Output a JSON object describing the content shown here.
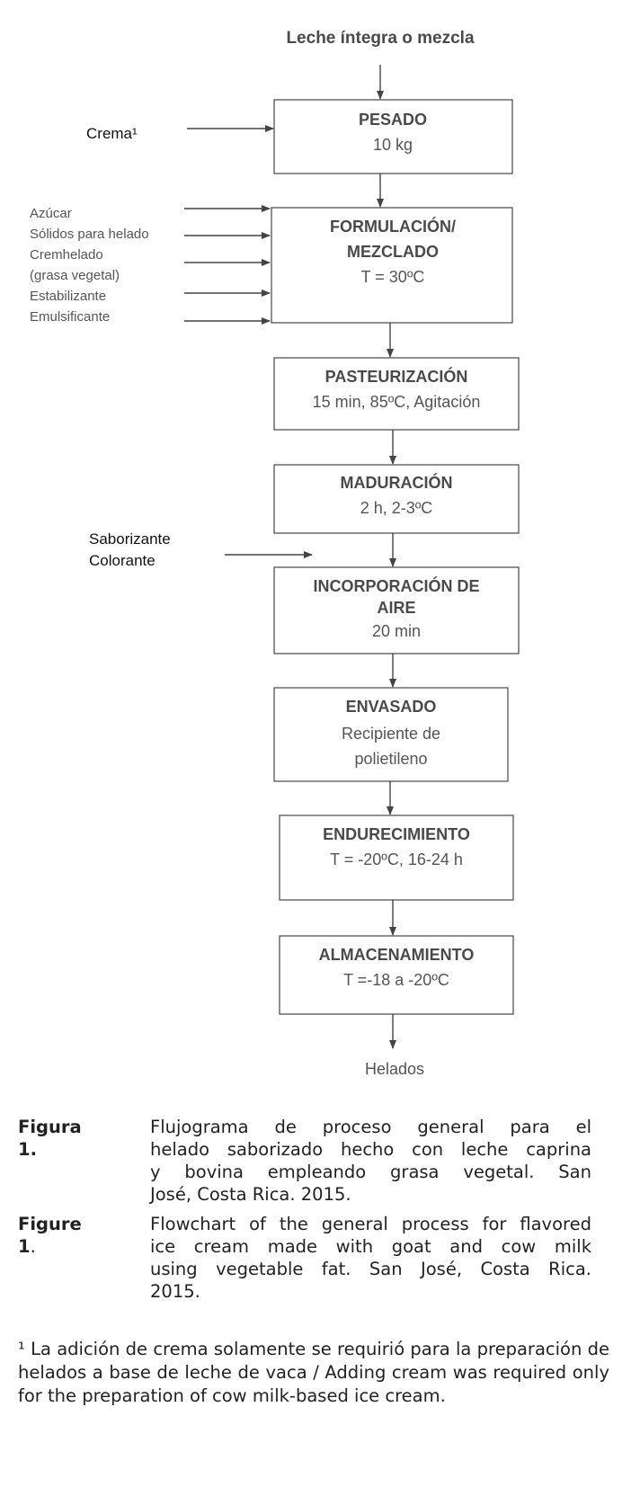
{
  "diagram": {
    "start_label": "Leche íntegra o mezcla",
    "end_label": "Helados",
    "steps": [
      {
        "title": "PESADO",
        "detail": "10 kg"
      },
      {
        "title_line1": "FORMULACIÓN/",
        "title_line2": "MEZCLADO",
        "detail": "T = 30ºC"
      },
      {
        "title": "PASTEURIZACIÓN",
        "detail": "15 min, 85ºC, Agitación"
      },
      {
        "title": "MADURACIÓN",
        "detail": "2 h, 2-3ºC"
      },
      {
        "title_line1": "INCORPORACIÓN DE",
        "title_line2": "AIRE",
        "detail": "20 min"
      },
      {
        "title": "ENVASADO",
        "detail_line1": "Recipiente de",
        "detail_line2": "polietileno"
      },
      {
        "title": "ENDURECIMIENTO",
        "detail": "T = -20ºC, 16-24 h"
      },
      {
        "title": "ALMACENAMIENTO",
        "detail": "T =-18 a -20ºC"
      }
    ],
    "inputs": {
      "crema": "Crema¹",
      "formulation": [
        "Azúcar",
        "Sólidos para helado",
        "Cremhelado",
        "(grasa vegetal)",
        "Estabilizante",
        "Emulsificante"
      ],
      "flavor": [
        "Saborizante",
        "Colorante"
      ]
    }
  },
  "caption": {
    "es_label": "Figura 1.",
    "es_lines": [
      "Flujograma de proceso general para el",
      "helado saborizado hecho con leche caprina",
      "y bovina empleando grasa vegetal. San",
      "José, Costa Rica. 2015."
    ],
    "en_label": "Figure 1",
    "en_label_period": ".",
    "en_lines": [
      "Flowchart of the general process for flavored",
      "ice cream made with goat and cow milk",
      "using vegetable fat. San José, Costa Rica.",
      "2015."
    ]
  },
  "footnote": "¹ La adición de crema solamente se requirió para la preparación de helados a base de leche de vaca / Adding cream was required only for the preparation of cow milk-based ice cream."
}
